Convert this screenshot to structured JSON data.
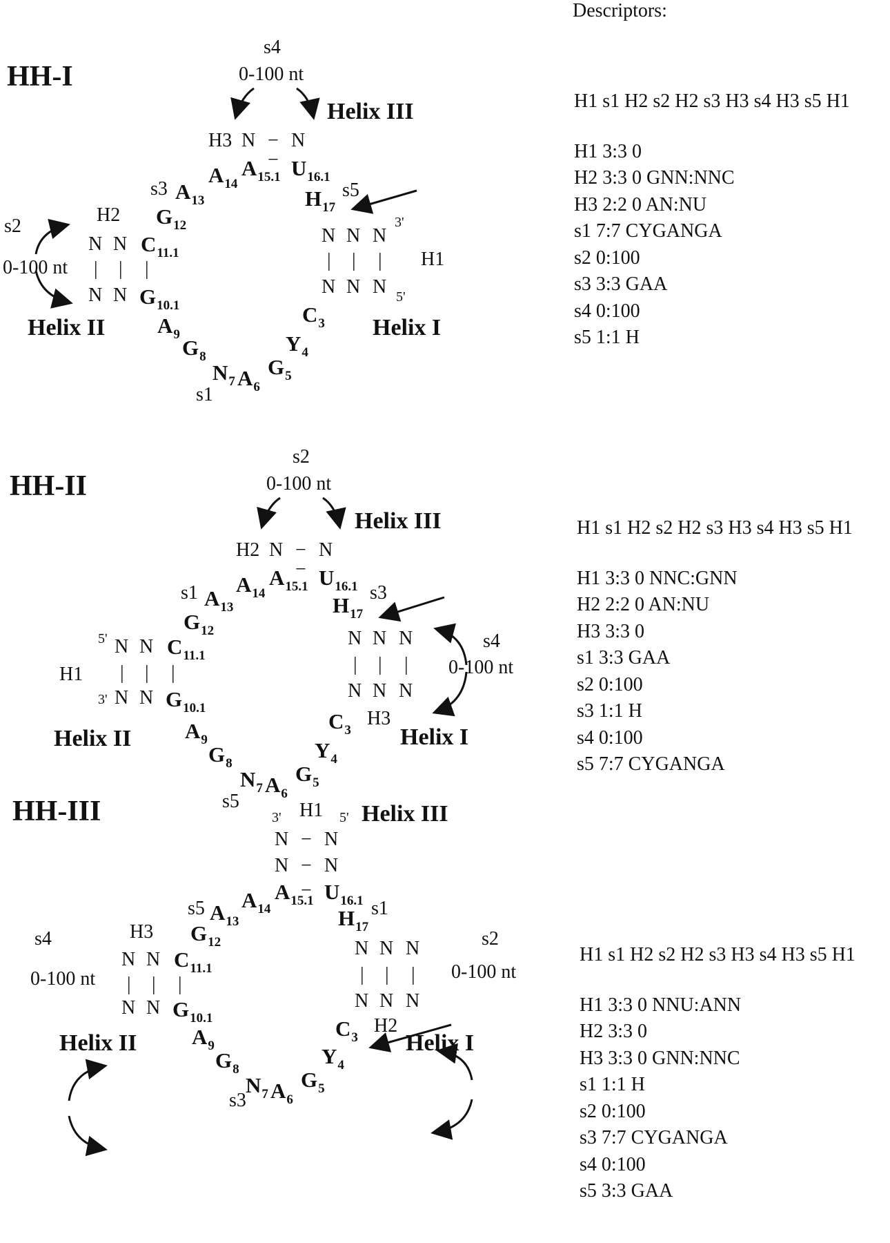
{
  "descriptors_header": "Descriptors:",
  "panels": [
    {
      "id": "hh1",
      "title": "HH-I",
      "loop_top": {
        "label": "s4",
        "length": "0-100 nt"
      },
      "loop_side": {
        "label": "s2",
        "length": "0-100 nt"
      },
      "helices": {
        "top": "Helix III",
        "left": "Helix II",
        "right": "Helix I"
      },
      "stem_labels": {
        "top": "H3",
        "left": "H2",
        "right": "H1"
      },
      "strand_labels": {
        "s_a": "s3",
        "s_b": "s5",
        "s_c": "s1"
      },
      "ends": {
        "p3": "3'",
        "p5": "5'"
      },
      "bases": {
        "n": "N",
        "dash": "−",
        "bar": "|"
      },
      "descriptors": {
        "topology": "H1 s1 H2 s2 H2 s3 H3 s4 H3 s5 H1",
        "rows": [
          "H1  3:3  0",
          "H2  3:3  0  GNN:NNC",
          "H3  2:2  0  AN:NU",
          "s1  7:7  CYGANGA",
          "s2  0:100",
          "s3  3:3  GAA",
          "s4  0:100",
          "s5  1:1  H"
        ]
      }
    },
    {
      "id": "hh2",
      "title": "HH-II",
      "loop_top": {
        "label": "s2",
        "length": "0-100 nt"
      },
      "loop_side": {
        "label": "s4",
        "length": "0-100 nt"
      },
      "helices": {
        "top": "Helix III",
        "left": "Helix II",
        "right": "Helix I"
      },
      "stem_labels": {
        "top": "H2",
        "left": "H1",
        "right": "H3"
      },
      "strand_labels": {
        "s_a": "s1",
        "s_b": "s3",
        "s_c": "s5"
      },
      "ends": {
        "p3": "3'",
        "p5": "5'"
      },
      "bases": {
        "n": "N",
        "dash": "−",
        "bar": "|"
      },
      "descriptors": {
        "topology": "H1 s1 H2 s2 H2 s3 H3 s4 H3 s5 H1",
        "rows": [
          "H1  3:3  0  NNC:GNN",
          "H2  2:2  0  AN:NU",
          "H3  3:3  0",
          "s1  3:3  GAA",
          "s2  0:100",
          "s3  1:1  H",
          "s4  0:100",
          "s5  7:7  CYGANGA"
        ]
      }
    },
    {
      "id": "hh3",
      "title": "HH-III",
      "loop_top": {
        "label": "s4",
        "length": "0-100 nt"
      },
      "loop_side": {
        "label": "s2",
        "length": "0-100 nt"
      },
      "helices": {
        "top": "Helix III",
        "left": "Helix II",
        "right": "Helix I"
      },
      "stem_labels": {
        "top": "H1",
        "left": "H3",
        "right": "H2"
      },
      "strand_labels": {
        "s_a": "s5",
        "s_b": "s1",
        "s_c": "s3"
      },
      "ends": {
        "p3": "3'",
        "p5": "5'"
      },
      "bases": {
        "n": "N",
        "dash": "−",
        "bar": "|"
      },
      "descriptors": {
        "topology": "H1 s1 H2 s2 H2 s3 H3 s4 H3 s5 H1",
        "rows": [
          "H1  3:3  0  NNU:ANN",
          "H2  3:3  0",
          "H3  3:3  0  GNN:NNC",
          "s1  1:1  H",
          "s2  0:100",
          "s3  7:7  CYGANGA",
          "s4  0:100",
          "s5  3:3  GAA"
        ]
      }
    }
  ],
  "residues": {
    "A14": {
      "base": "A",
      "num": "14"
    },
    "A13": {
      "base": "A",
      "num": "13"
    },
    "A151": {
      "base": "A",
      "num": "15.1"
    },
    "U161": {
      "base": "U",
      "num": "16.1"
    },
    "H17": {
      "base": "H",
      "num": "17"
    },
    "G12": {
      "base": "G",
      "num": "12"
    },
    "C111": {
      "base": "C",
      "num": "11.1"
    },
    "G101": {
      "base": "G",
      "num": "10.1"
    },
    "A9": {
      "base": "A",
      "num": "9"
    },
    "G8": {
      "base": "G",
      "num": "8"
    },
    "N7": {
      "base": "N",
      "num": "7"
    },
    "A6": {
      "base": "A",
      "num": "6"
    },
    "G5": {
      "base": "G",
      "num": "5"
    },
    "Y4": {
      "base": "Y",
      "num": "4"
    },
    "C3": {
      "base": "C",
      "num": "3"
    }
  }
}
